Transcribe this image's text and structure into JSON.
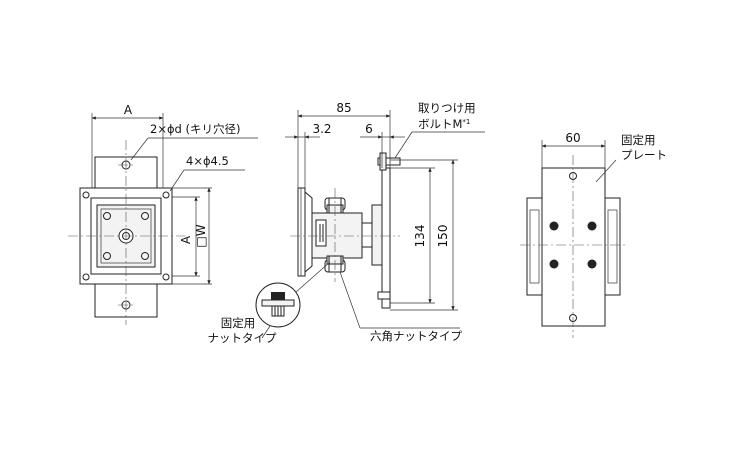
{
  "front_view": {
    "dim_a_top": "A",
    "dim_a_side": "A",
    "hole_label_2": "2×ϕd (キリ穴径)",
    "hole_label_4": "4×ϕ4.5",
    "w_label": "□W"
  },
  "side_view": {
    "dim_85": "85",
    "dim_3_2": "3.2",
    "dim_6": "6",
    "bolt_label_line1": "取りつけ用",
    "bolt_label_line2": "ボルトM",
    "bolt_label_sup": "*1",
    "dim_134": "134",
    "dim_150": "150",
    "hex_nut_label": "六角ナットタイプ",
    "fixed_nut_label_line1": "固定用",
    "fixed_nut_label_line2": "ナットタイプ"
  },
  "plate_view": {
    "dim_60": "60",
    "plate_label_line1": "固定用",
    "plate_label_line2": "プレート"
  }
}
